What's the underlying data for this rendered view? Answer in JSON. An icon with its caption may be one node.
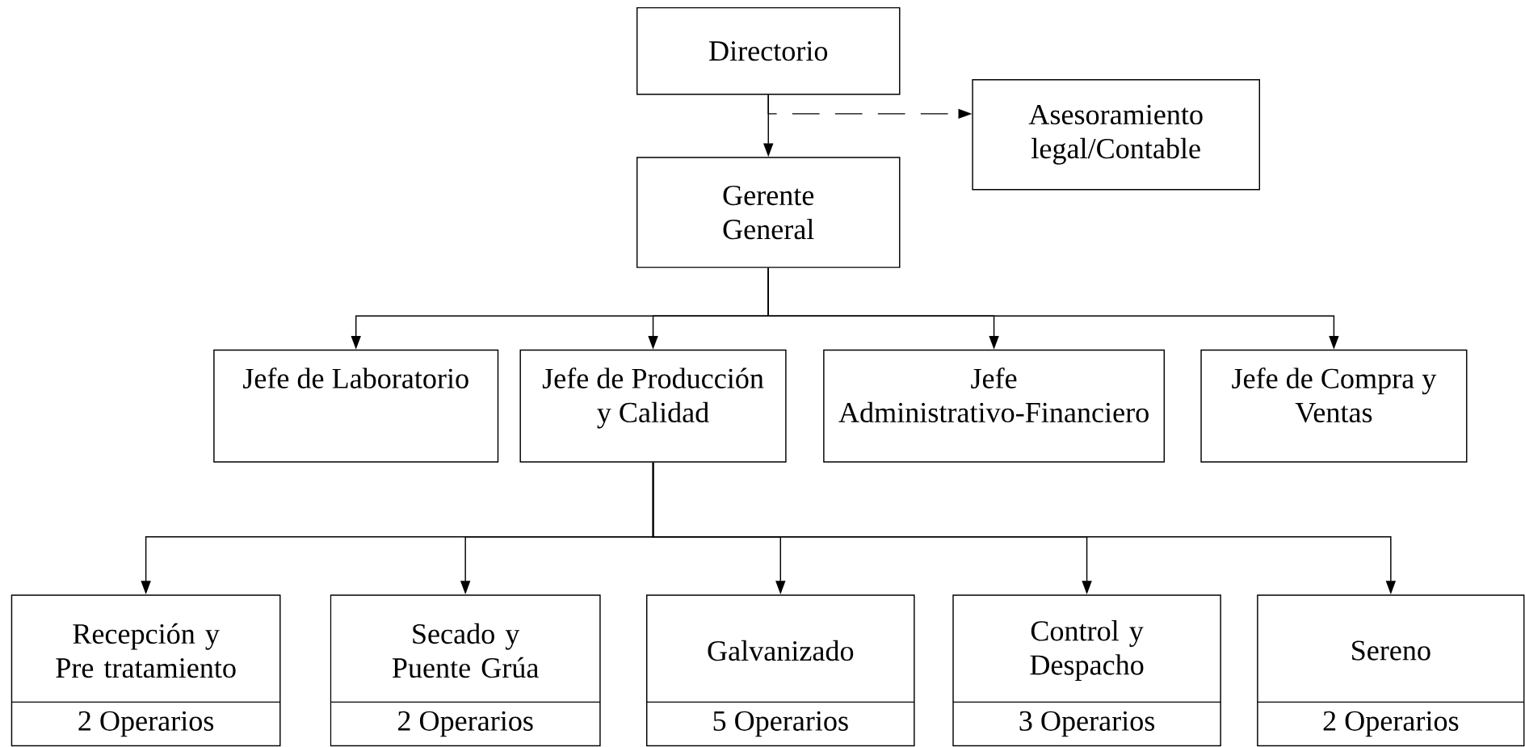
{
  "diagram": {
    "nodes": [
      {
        "text": [
          "Directorio"
        ]
      },
      {
        "text": [
          "Asesoramiento legal/Contable"
        ]
      },
      {
        "text": [
          "Gerente General"
        ]
      },
      {
        "text": [
          "Jefe de Laboratorio"
        ]
      },
      {
        "text": [
          "Jefe de Producción y Calidad"
        ]
      },
      {
        "text": [
          "Jefe Administrativo-Financiero"
        ]
      },
      {
        "text": [
          "Jefe de Compra y Ventas"
        ]
      },
      {
        "text": [
          "Recepción y Pre tratamiento",
          "2 Operarios"
        ]
      },
      {
        "text": [
          "Secado y Puente Grúa",
          "2 Operarios"
        ]
      },
      {
        "text": [
          "Galvanizado",
          "5 Operarios"
        ]
      },
      {
        "text": [
          "Control y Despacho",
          "3 Operarios"
        ]
      },
      {
        "text": [
          "Sereno",
          "2 Operarios"
        ]
      }
    ],
    "edges": [
      {
        "from": 0,
        "to": 2,
        "arrow": "to"
      },
      {
        "from": 0,
        "to": 1,
        "arrow": "to",
        "style": "dashed"
      },
      {
        "from": 2,
        "to": 3,
        "arrow": "to"
      },
      {
        "from": 2,
        "to": 4,
        "arrow": "to"
      },
      {
        "from": 2,
        "to": 5,
        "arrow": "to"
      },
      {
        "from": 2,
        "to": 6,
        "arrow": "to"
      },
      {
        "from": 4,
        "to": 7,
        "arrow": "to"
      },
      {
        "from": 4,
        "to": 8,
        "arrow": "to"
      },
      {
        "from": 4,
        "to": 9,
        "arrow": "to"
      },
      {
        "from": 4,
        "to": 10,
        "arrow": "to"
      },
      {
        "from": 4,
        "to": 11,
        "arrow": "to"
      }
    ]
  }
}
